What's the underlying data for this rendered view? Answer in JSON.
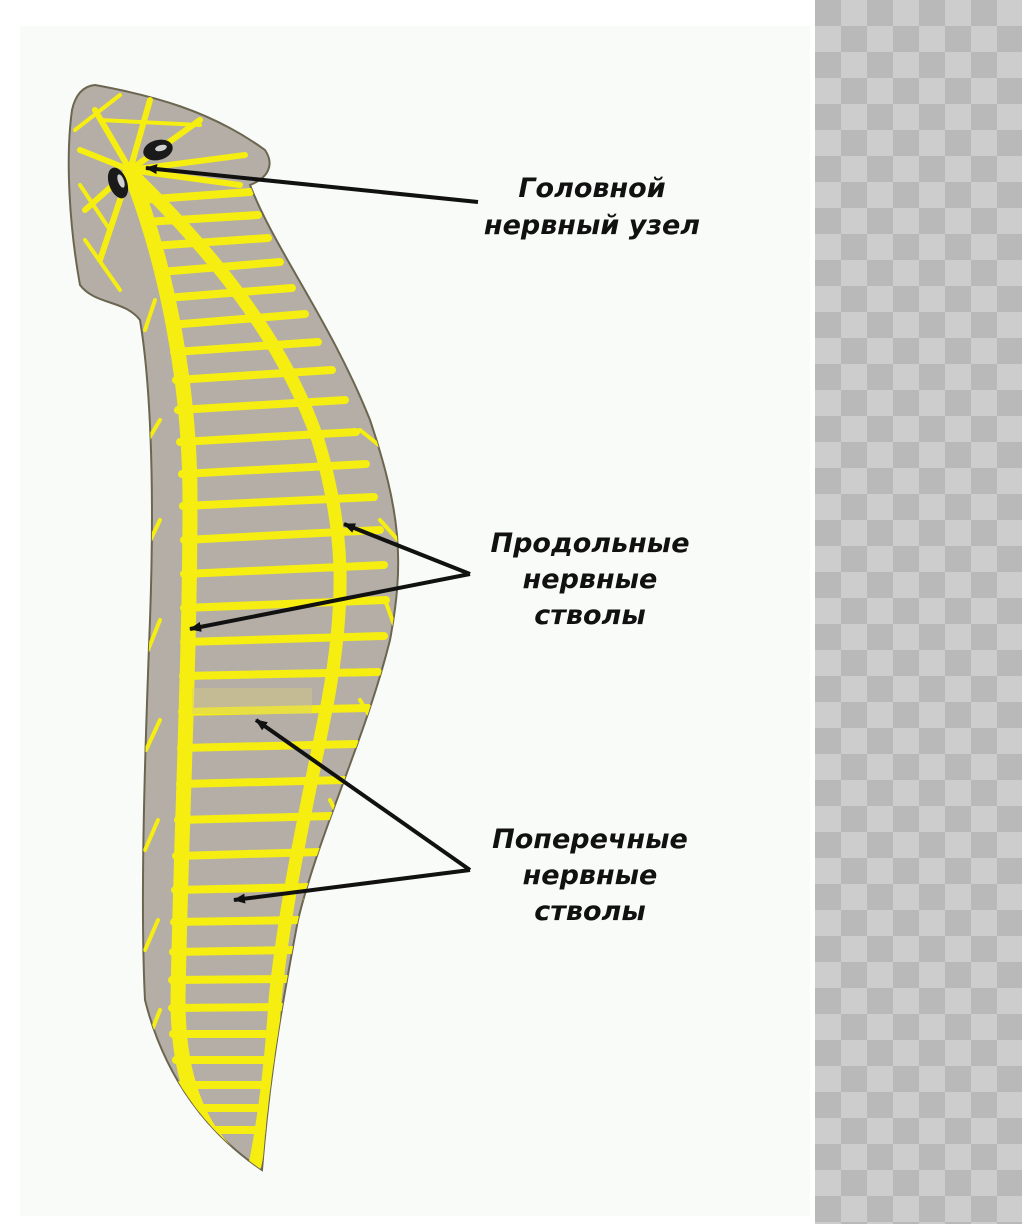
{
  "labels": {
    "head_ganglion": {
      "line1": "Головной",
      "line2": "нервный узел"
    },
    "longitudinal": {
      "line1": "Продольные",
      "line2": "нервные",
      "line3": "стволы"
    },
    "transverse": {
      "line1": "Поперечные",
      "line2": "нервные",
      "line3": "стволы"
    }
  },
  "colors": {
    "body_gray": "#b4aea6",
    "nerve_yellow": "#f6ee10",
    "outline": "#6b6650",
    "arrow": "#111111",
    "side_pattern": "#bcbcbc"
  }
}
